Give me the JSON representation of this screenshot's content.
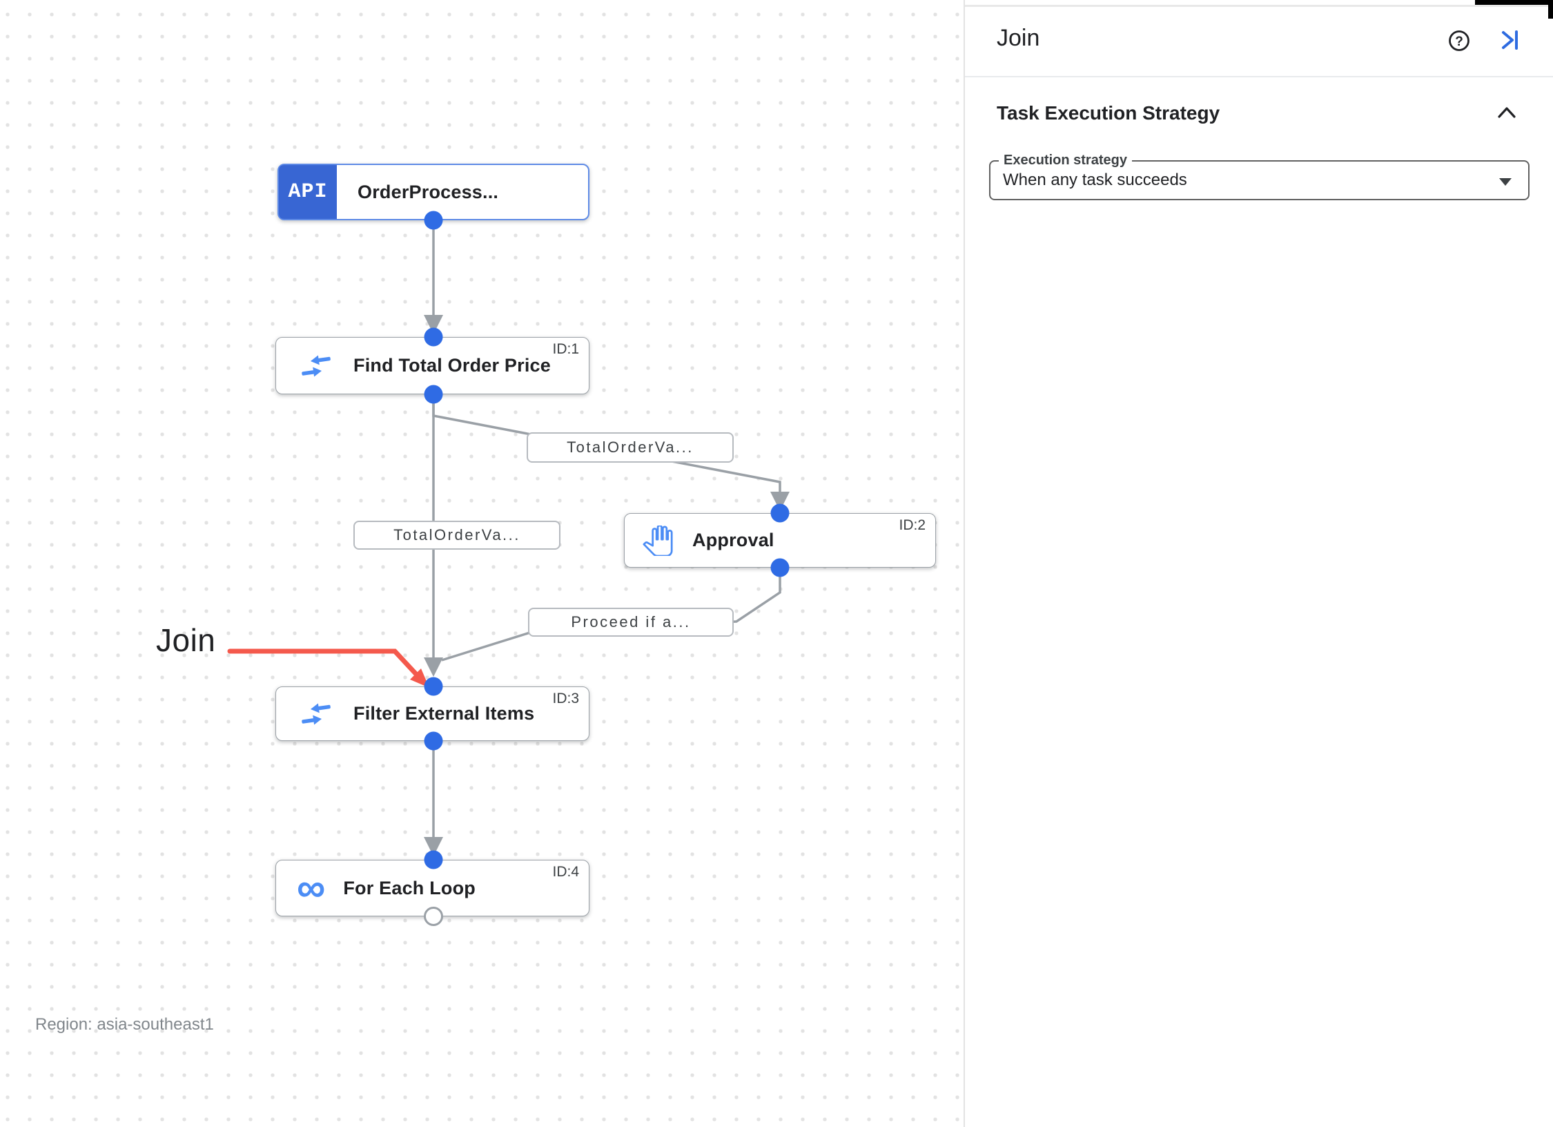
{
  "canvas": {
    "nodes": [
      {
        "type": "api-trigger",
        "badge_glyph": "API",
        "label": "OrderProcess..."
      },
      {
        "type": "data-mapping",
        "label": "Find Total Order Price",
        "task_id": "ID:1"
      },
      {
        "type": "approval",
        "label": "Approval",
        "task_id": "ID:2"
      },
      {
        "type": "data-mapping",
        "label": "Filter External Items",
        "task_id": "ID:3"
      },
      {
        "type": "for-each-loop",
        "label": "For Each Loop",
        "task_id": "ID:4",
        "icon_glyph": "∞"
      }
    ],
    "edge_labels": [
      {
        "text": "TotalOrderVa..."
      },
      {
        "text": "TotalOrderVa..."
      },
      {
        "text": "Proceed if a..."
      }
    ],
    "annotation": {
      "label": "Join",
      "color": "#F4594C"
    },
    "region_label": "Region: asia-southeast1"
  },
  "panel": {
    "title": "Join",
    "help_glyph": "?",
    "section_title": "Task Execution Strategy",
    "execution_strategy": {
      "label": "Execution strategy",
      "value": "When any task succeeds"
    }
  },
  "colors": {
    "port_blue": "#2F6BE4",
    "edge_gray": "#9AA0A6",
    "icon_blue": "#4C8DF5",
    "badge_blue": "#3866D3",
    "accent_blue": "#2E6BE0",
    "annotation_red": "#F4594C"
  }
}
